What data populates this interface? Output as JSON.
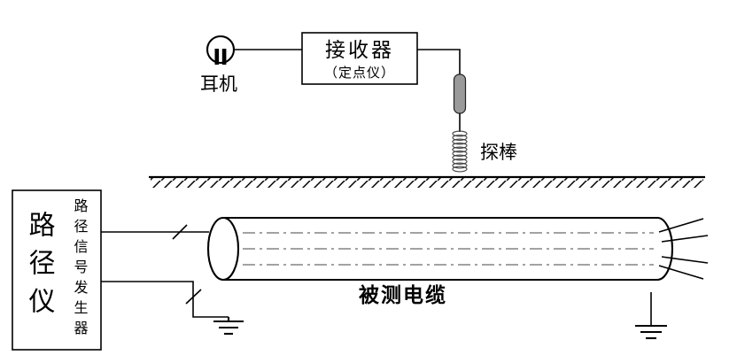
{
  "diagram": {
    "earphone": {
      "label": "耳机"
    },
    "receiver": {
      "title": "接收器",
      "subtitle": "（定点仪）"
    },
    "probe": {
      "label": "探棒"
    },
    "cable": {
      "label": "被测电缆"
    },
    "path_instrument": {
      "title": "路径仪",
      "subtitle": "路径信号发生器"
    },
    "colors": {
      "line": "#000000",
      "rod_fill": "#9a9a9a",
      "background": "#ffffff"
    }
  }
}
